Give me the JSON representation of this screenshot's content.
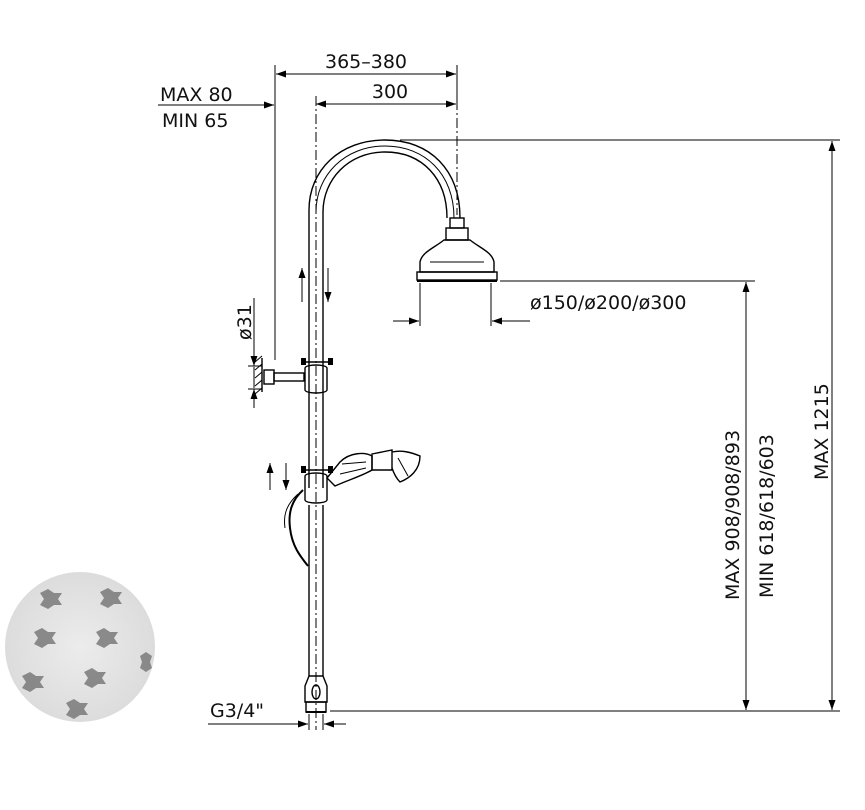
{
  "dimensions": {
    "top_span": "365–380",
    "offset": "300",
    "max_label": "MAX 80",
    "min_label": "MIN 65",
    "pipe_diameter": "ø31",
    "head_diameters": "ø150/ø200/ø300",
    "total_height": "MAX 1215",
    "head_height_max": "MAX 908/908/893",
    "head_height_min": "MIN 618/618/603",
    "inlet_thread": "G3/4\""
  }
}
